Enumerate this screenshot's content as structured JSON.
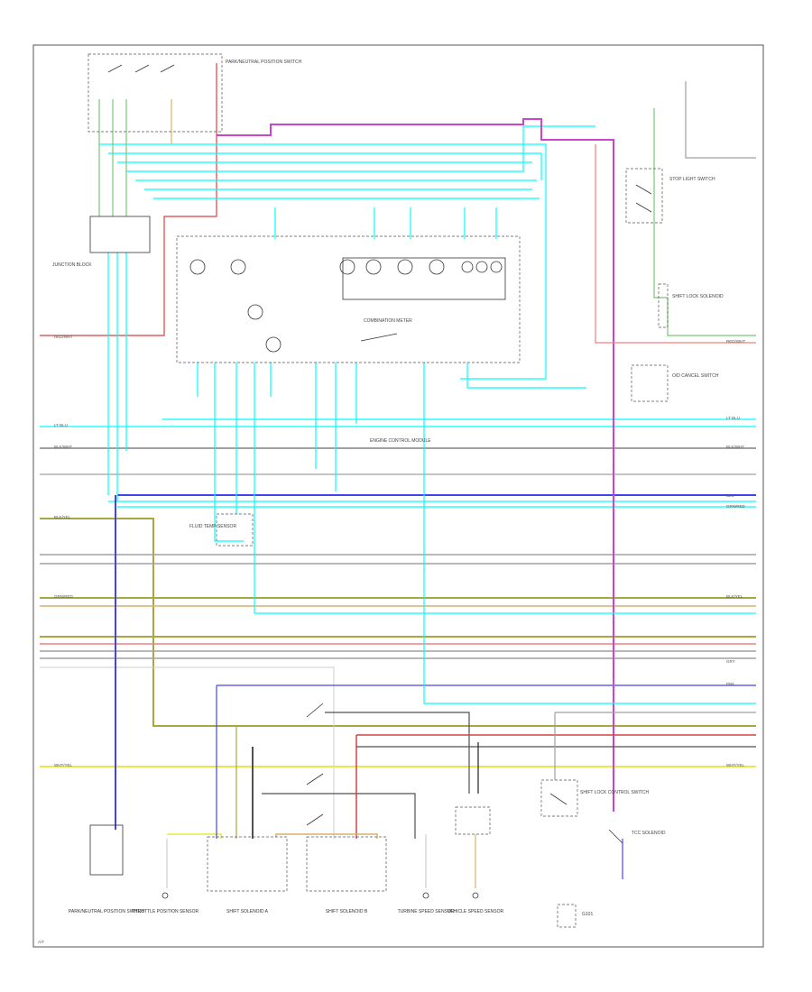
{
  "colors": {
    "cyan": "#00ffff",
    "gray": "#a0a0a0",
    "light_gray": "#cfcfcf",
    "dark_gray": "#505050",
    "purple": "#cc44cc",
    "blue": "#4444ee",
    "yellow": "#e8e84a",
    "olive": "#a8a840",
    "tan": "#d8b070",
    "red": "#d84040",
    "pink": "#f08080",
    "green": "#78c878",
    "black": "#222222"
  },
  "wire_labels": {
    "lt_blu": "LT BLU",
    "blk_wht": "BLK/WHT",
    "red_wht": "RED/WHT",
    "blk_yel": "BLK/YEL",
    "blu": "BLU",
    "grn_red": "GRN/RED",
    "wht_yel": "WHT/YEL",
    "pnk": "PNK",
    "gry": "GRY"
  },
  "captions": {
    "page_tag": "A/T",
    "pnp_switch": "PARK/NEUTRAL POSITION SWITCH",
    "jb_fuse": "JUNCTION BLOCK",
    "instrument": "COMBINATION METER",
    "od_switch": "O/D CANCEL SWITCH",
    "ecm": "ENGINE CONTROL MODULE",
    "brake_switch": "STOP LIGHT SWITCH",
    "shift_lock": "SHIFT LOCK SOLENOID",
    "sensor_a": "TURBINE SPEED SENSOR",
    "sensor_b": "VEHICLE SPEED SENSOR",
    "solenoid_1": "SHIFT SOLENOID A",
    "solenoid_2": "SHIFT SOLENOID B",
    "tcc": "TCC SOLENOID",
    "fluid_temp": "FLUID TEMP SENSOR",
    "shift_switch": "SHIFT LOCK CONTROL SWITCH",
    "throttle": "THROTTLE POSITION SENSOR",
    "ground": "G101"
  }
}
